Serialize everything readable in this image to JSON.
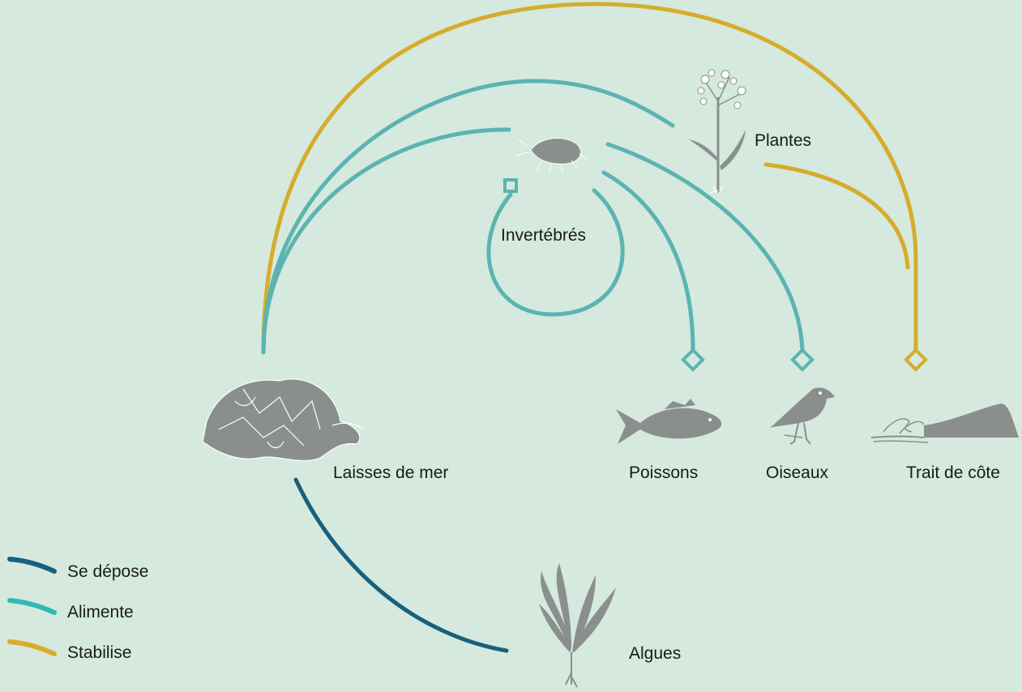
{
  "nodes": {
    "laisses": "Laisses de mer",
    "invertebres": "Invertébrés",
    "plantes": "Plantes",
    "poissons": "Poissons",
    "oiseaux": "Oiseaux",
    "trait": "Trait de côte",
    "algues": "Algues"
  },
  "legend": [
    {
      "label": "Se dépose",
      "color": "#17607e"
    },
    {
      "label": "Alimente",
      "color": "#2fbab2"
    },
    {
      "label": "Stabilise",
      "color": "#d9ad2a"
    }
  ],
  "colors": {
    "background": "#d5e9de",
    "se_depose": "#17607e",
    "alimente": "#5bb4b0",
    "stabilise": "#d5ac2c",
    "icon": "#8a8f8d"
  },
  "icons": {
    "laisses": "seaweed-wrack-icon",
    "invertebres": "amphipod-icon",
    "plantes": "flowering-plant-icon",
    "poissons": "fish-icon",
    "oiseaux": "plover-bird-icon",
    "trait": "coastline-wave-icon",
    "algues": "kelp-icon"
  }
}
